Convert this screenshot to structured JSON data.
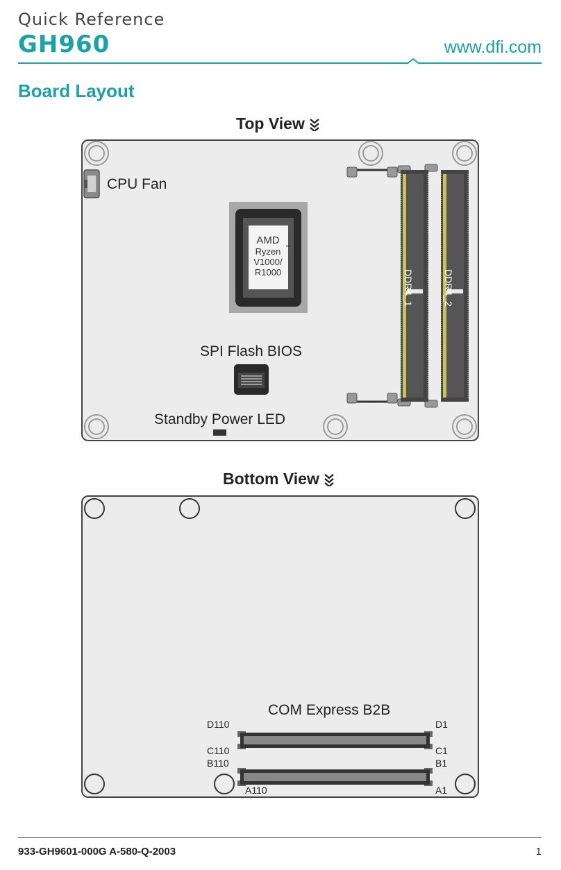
{
  "header": {
    "subtitle": "Quick Reference",
    "model": "GH960",
    "website": "www.dfi.com",
    "accent_color": "#1aa3a6"
  },
  "section_title": "Board Layout",
  "top_view": {
    "title": "Top View",
    "labels": {
      "cpu_fan": "CPU Fan",
      "cpu_brand": "AMD",
      "cpu_line1": "Ryzen",
      "cpu_tm": "™",
      "cpu_line2": "V1000/",
      "cpu_line3": "R1000",
      "dimm1": "DDR4_1",
      "dimm2": "DDR4_2",
      "spi_flash": "SPI Flash BIOS",
      "standby_led": "Standby Power LED"
    }
  },
  "bottom_view": {
    "title": "Bottom View",
    "labels": {
      "com_express": "COM Express B2B",
      "d110": "D110",
      "d1": "D1",
      "c110": "C110",
      "c1": "C1",
      "b110": "B110",
      "b1": "B1",
      "a110": "A110",
      "a1": "A1"
    }
  },
  "footer": {
    "doc_code": "933-GH9601-000G A-580-Q-2003",
    "page_number": "1"
  }
}
